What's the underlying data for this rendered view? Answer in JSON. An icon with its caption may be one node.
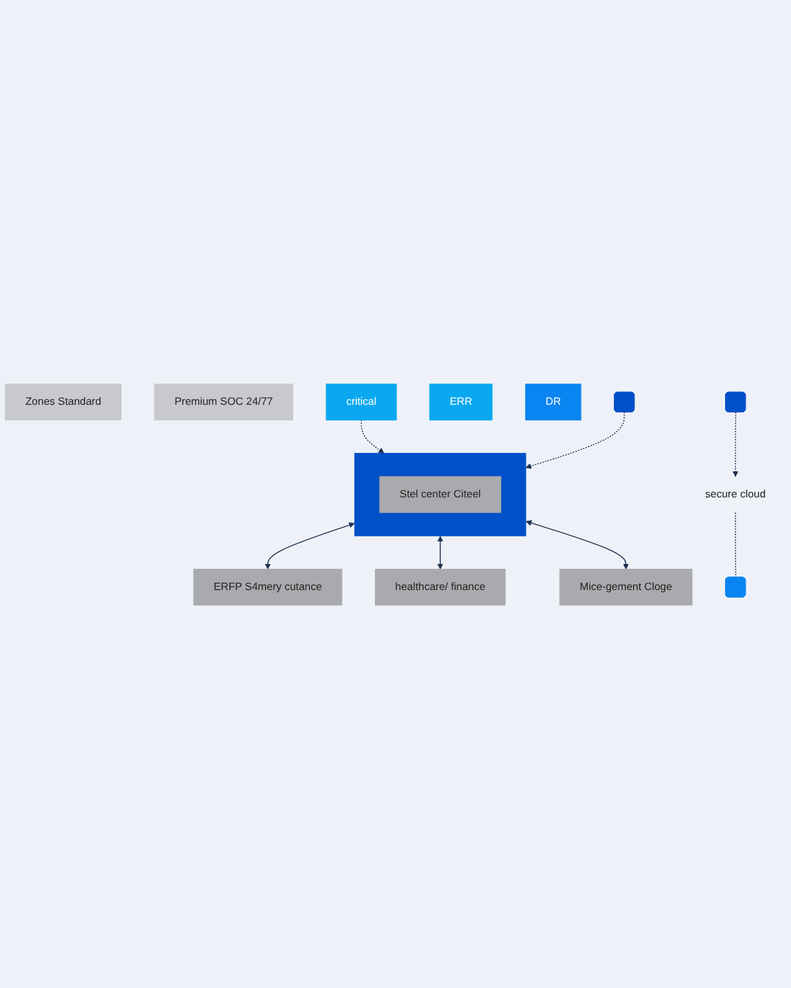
{
  "diagram": {
    "nodes": [
      {
        "text": [
          "Zones Standard"
        ]
      },
      {
        "text": [
          "Premium SOC 24/77"
        ]
      },
      {
        "text": [],
        "shape": "box"
      },
      {
        "text": [
          "Stel center Citeel"
        ],
        "in": 2
      },
      {
        "text": [
          "critical"
        ]
      },
      {
        "text": [
          "ERR"
        ]
      },
      {
        "text": [
          "DR"
        ]
      },
      {
        "text": [
          "ERFP S4mery cutance"
        ]
      },
      {
        "text": [
          "healthcare/ finance"
        ]
      },
      {
        "text": [
          "Mice-gement Cloge"
        ]
      },
      {
        "text": [],
        "shape": "bar"
      },
      {
        "text": [],
        "shape": "bar"
      },
      {
        "text": [
          "secure cloud"
        ]
      },
      {
        "text": [],
        "shape": "bar"
      }
    ],
    "edges": [
      {
        "from": 4,
        "to": 2,
        "arrow": "to",
        "style": "dashed"
      },
      {
        "from": 2,
        "to": 7,
        "arrow": "both"
      },
      {
        "from": 2,
        "to": 8,
        "arrow": "both"
      },
      {
        "from": 2,
        "to": 9,
        "arrow": "both"
      },
      {
        "from": 10,
        "to": 2,
        "arrow": "to",
        "style": "dashed"
      },
      {
        "from": 11,
        "to": 12,
        "arrow": "to",
        "style": "dashed"
      },
      {
        "from": 12,
        "to": 13,
        "arrow": "none",
        "style": "dashed"
      }
    ]
  }
}
